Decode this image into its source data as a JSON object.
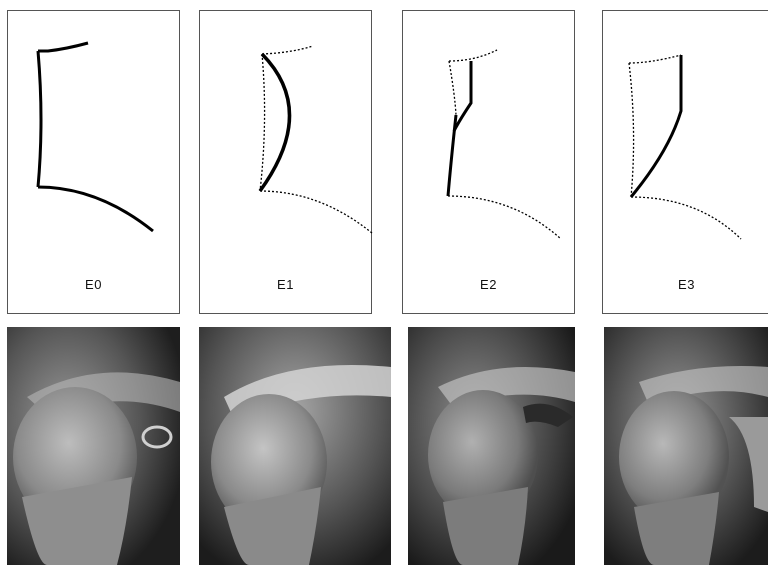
{
  "stages": [
    {
      "label": "E0"
    },
    {
      "label": "E1"
    },
    {
      "label": "E2"
    },
    {
      "label": "E3"
    }
  ]
}
